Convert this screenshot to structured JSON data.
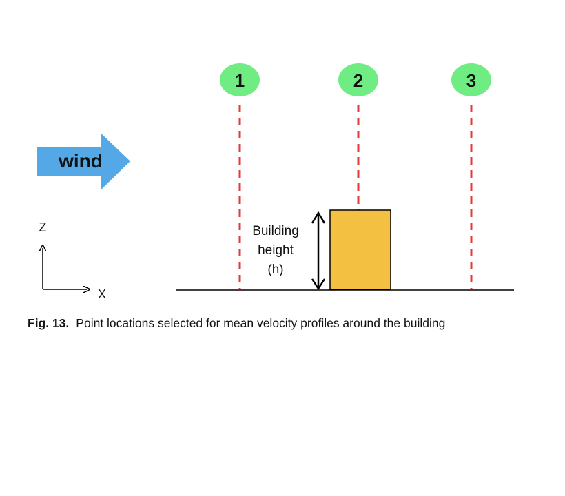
{
  "diagram": {
    "markers": [
      {
        "label": "1"
      },
      {
        "label": "2"
      },
      {
        "label": "3"
      }
    ],
    "wind_label": "wind",
    "axis": {
      "z_label": "Z",
      "x_label": "X"
    },
    "building_label": {
      "line1": "Building",
      "line2": "height",
      "line3": "(h)"
    },
    "colors": {
      "marker_fill": "#6fec82",
      "profile_line": "#e33b3b",
      "arrow_fill": "#55a8e6",
      "building_fill": "#f4c041",
      "ground": "#000000"
    }
  },
  "caption": {
    "label": "Fig. 13.",
    "text": "Point locations selected for mean velocity profiles around the building"
  }
}
